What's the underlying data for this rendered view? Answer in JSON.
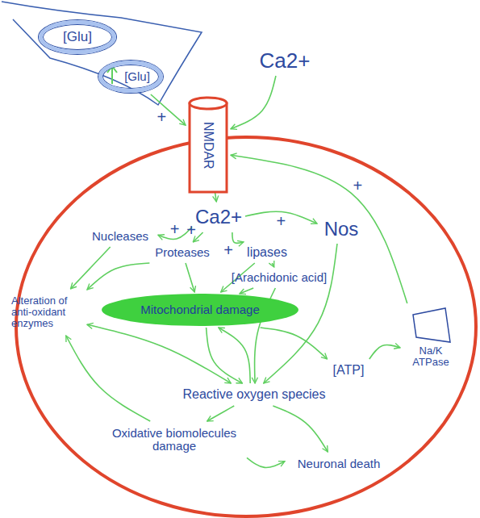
{
  "diagram": {
    "nodes": [
      {
        "text": [
          "[Glu]"
        ]
      },
      {
        "text": [
          "[Glu]"
        ]
      },
      {
        "text": [
          "Ca2+"
        ]
      },
      {
        "text": [
          "NMDAR"
        ]
      },
      {
        "text": [
          "Ca2+"
        ]
      },
      {
        "text": [
          "Nucleases"
        ]
      },
      {
        "text": [
          "Proteases"
        ]
      },
      {
        "text": [
          "lipases"
        ]
      },
      {
        "text": [
          "Nos"
        ]
      },
      {
        "text": [
          "[Arachidonic acid]"
        ]
      },
      {
        "text": [
          "Alteration of anti-oxidant enzymes"
        ]
      },
      {
        "text": [
          "Mitochondrial damage"
        ]
      },
      {
        "text": [
          "[ATP]"
        ]
      },
      {
        "text": [
          "Na/K ATPase"
        ]
      },
      {
        "text": [
          "Reactive oxygen species"
        ]
      },
      {
        "text": [
          "Oxidative biomolecules damage"
        ]
      },
      {
        "text": [
          "Neuronal death"
        ]
      }
    ],
    "edges": [
      {
        "from": 1,
        "to": 3,
        "arrow": "to",
        "label": "+"
      },
      {
        "from": 2,
        "to": 3,
        "arrow": "to"
      },
      {
        "from": 3,
        "to": 4,
        "arrow": "to"
      },
      {
        "from": 4,
        "to": 5,
        "arrow": "to",
        "label": "+"
      },
      {
        "from": 4,
        "to": 6,
        "arrow": "to",
        "label": "+"
      },
      {
        "from": 4,
        "to": 7,
        "arrow": "to",
        "label": "+"
      },
      {
        "from": 4,
        "to": 8,
        "arrow": "to",
        "label": "+"
      },
      {
        "from": 5,
        "to": 10,
        "arrow": "to"
      },
      {
        "from": 6,
        "to": 10,
        "arrow": "to"
      },
      {
        "from": 6,
        "to": 11,
        "arrow": "to"
      },
      {
        "from": 7,
        "to": 9,
        "arrow": "to"
      },
      {
        "from": 7,
        "to": 11,
        "arrow": "to"
      },
      {
        "from": 9,
        "to": 11,
        "arrow": "to"
      },
      {
        "from": 9,
        "to": 14,
        "arrow": "to"
      },
      {
        "from": 8,
        "to": 14,
        "arrow": "to"
      },
      {
        "from": 11,
        "to": 14,
        "arrow": "to"
      },
      {
        "from": 11,
        "to": 12,
        "arrow": "to"
      },
      {
        "from": 12,
        "to": 13,
        "arrow": "to"
      },
      {
        "from": 13,
        "to": 3,
        "arrow": "to",
        "label": "+"
      },
      {
        "from": 14,
        "to": 11,
        "arrow": "to"
      },
      {
        "from": 14,
        "to": 10,
        "arrow": "both"
      },
      {
        "from": 14,
        "to": 15,
        "arrow": "to"
      },
      {
        "from": 14,
        "to": 16,
        "arrow": "to"
      },
      {
        "from": 15,
        "to": 16,
        "arrow": "to"
      },
      {
        "from": 15,
        "to": 10,
        "arrow": "to"
      }
    ]
  }
}
